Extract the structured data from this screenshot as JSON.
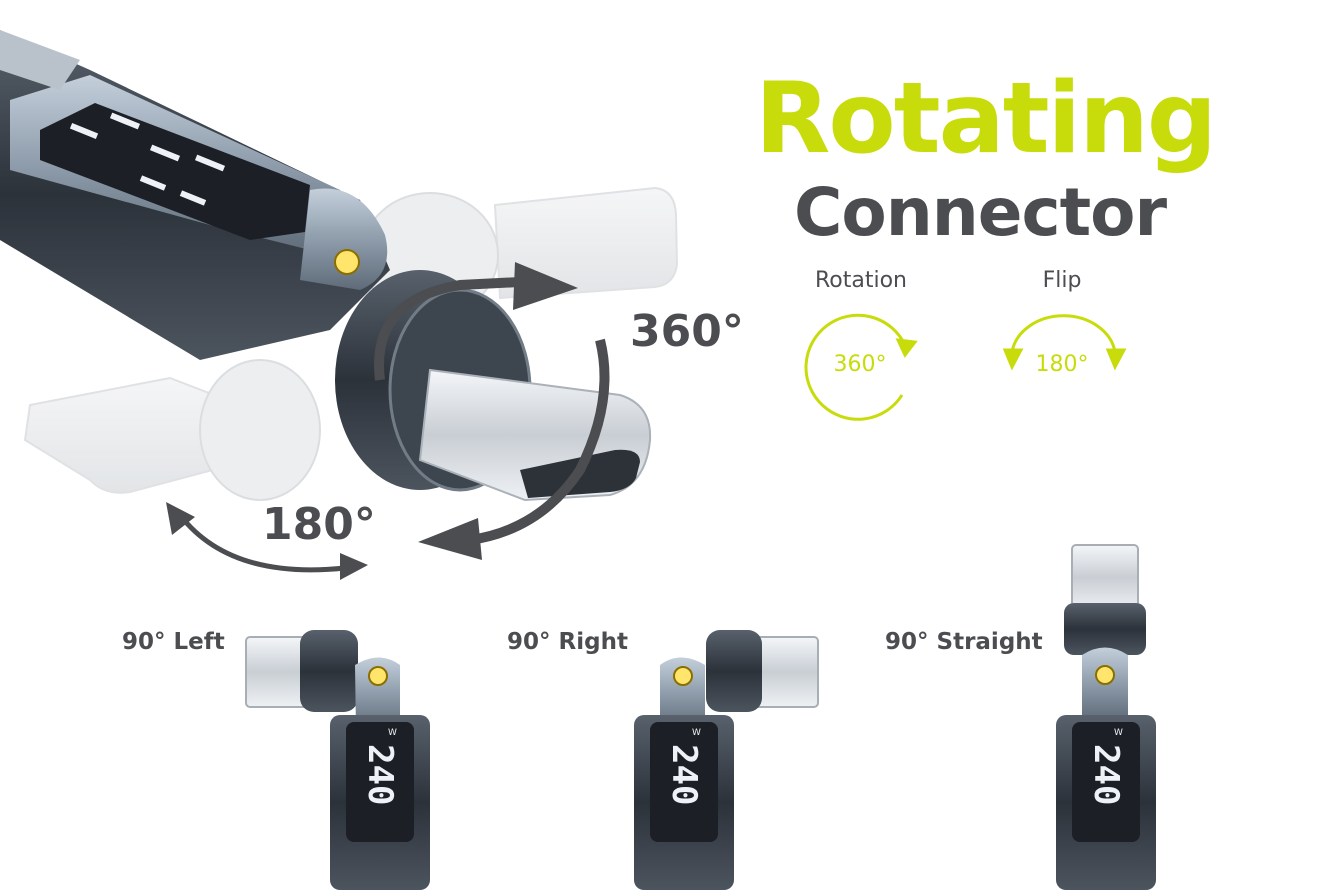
{
  "headline": {
    "title": "Rotating",
    "subtitle": "Connector"
  },
  "hero": {
    "rotation_label": "360°",
    "flip_label": "180°"
  },
  "icons": {
    "rotation": {
      "caption": "Rotation",
      "value": "360°",
      "icon": "rotate-360-icon"
    },
    "flip": {
      "caption": "Flip",
      "value": "180°",
      "icon": "flip-180-icon"
    }
  },
  "views": [
    {
      "label": "90° Left",
      "display": "240",
      "unit": "W"
    },
    {
      "label": "90° Right",
      "display": "240",
      "unit": "W"
    },
    {
      "label": "90° Straight",
      "display": "240",
      "unit": "W"
    }
  ],
  "colors": {
    "accent": "#c8dc0c",
    "text_dark": "#4b4d51",
    "metal": "#9aa9b8",
    "metal_dark": "#3b4450",
    "screen": "#1a1d22"
  }
}
